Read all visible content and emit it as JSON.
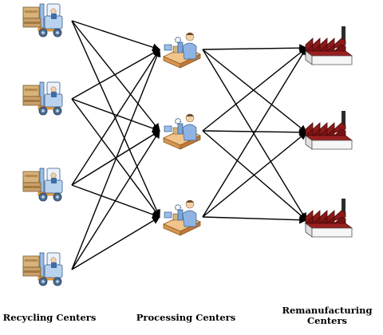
{
  "columns": {
    "recycling": {
      "label": "Recycling Centers",
      "count": 4,
      "icon": "forklift-icon"
    },
    "processing": {
      "label": "Processing Centers",
      "count": 3,
      "icon": "worker-at-machine-icon"
    },
    "remanufacturing": {
      "label_line1": "Remanufacturing",
      "label_line2": "Centers",
      "count": 3,
      "icon": "factory-icon"
    }
  },
  "connections": "complete-bipartite",
  "colors": {
    "edge": "#000000",
    "factory_roof": "#8b1a1a",
    "factory_wall": "#f2f2f2",
    "forklift_blue": "#7aa6d8",
    "box_tan": "#c8a064",
    "machine_orange": "#e8a060"
  }
}
